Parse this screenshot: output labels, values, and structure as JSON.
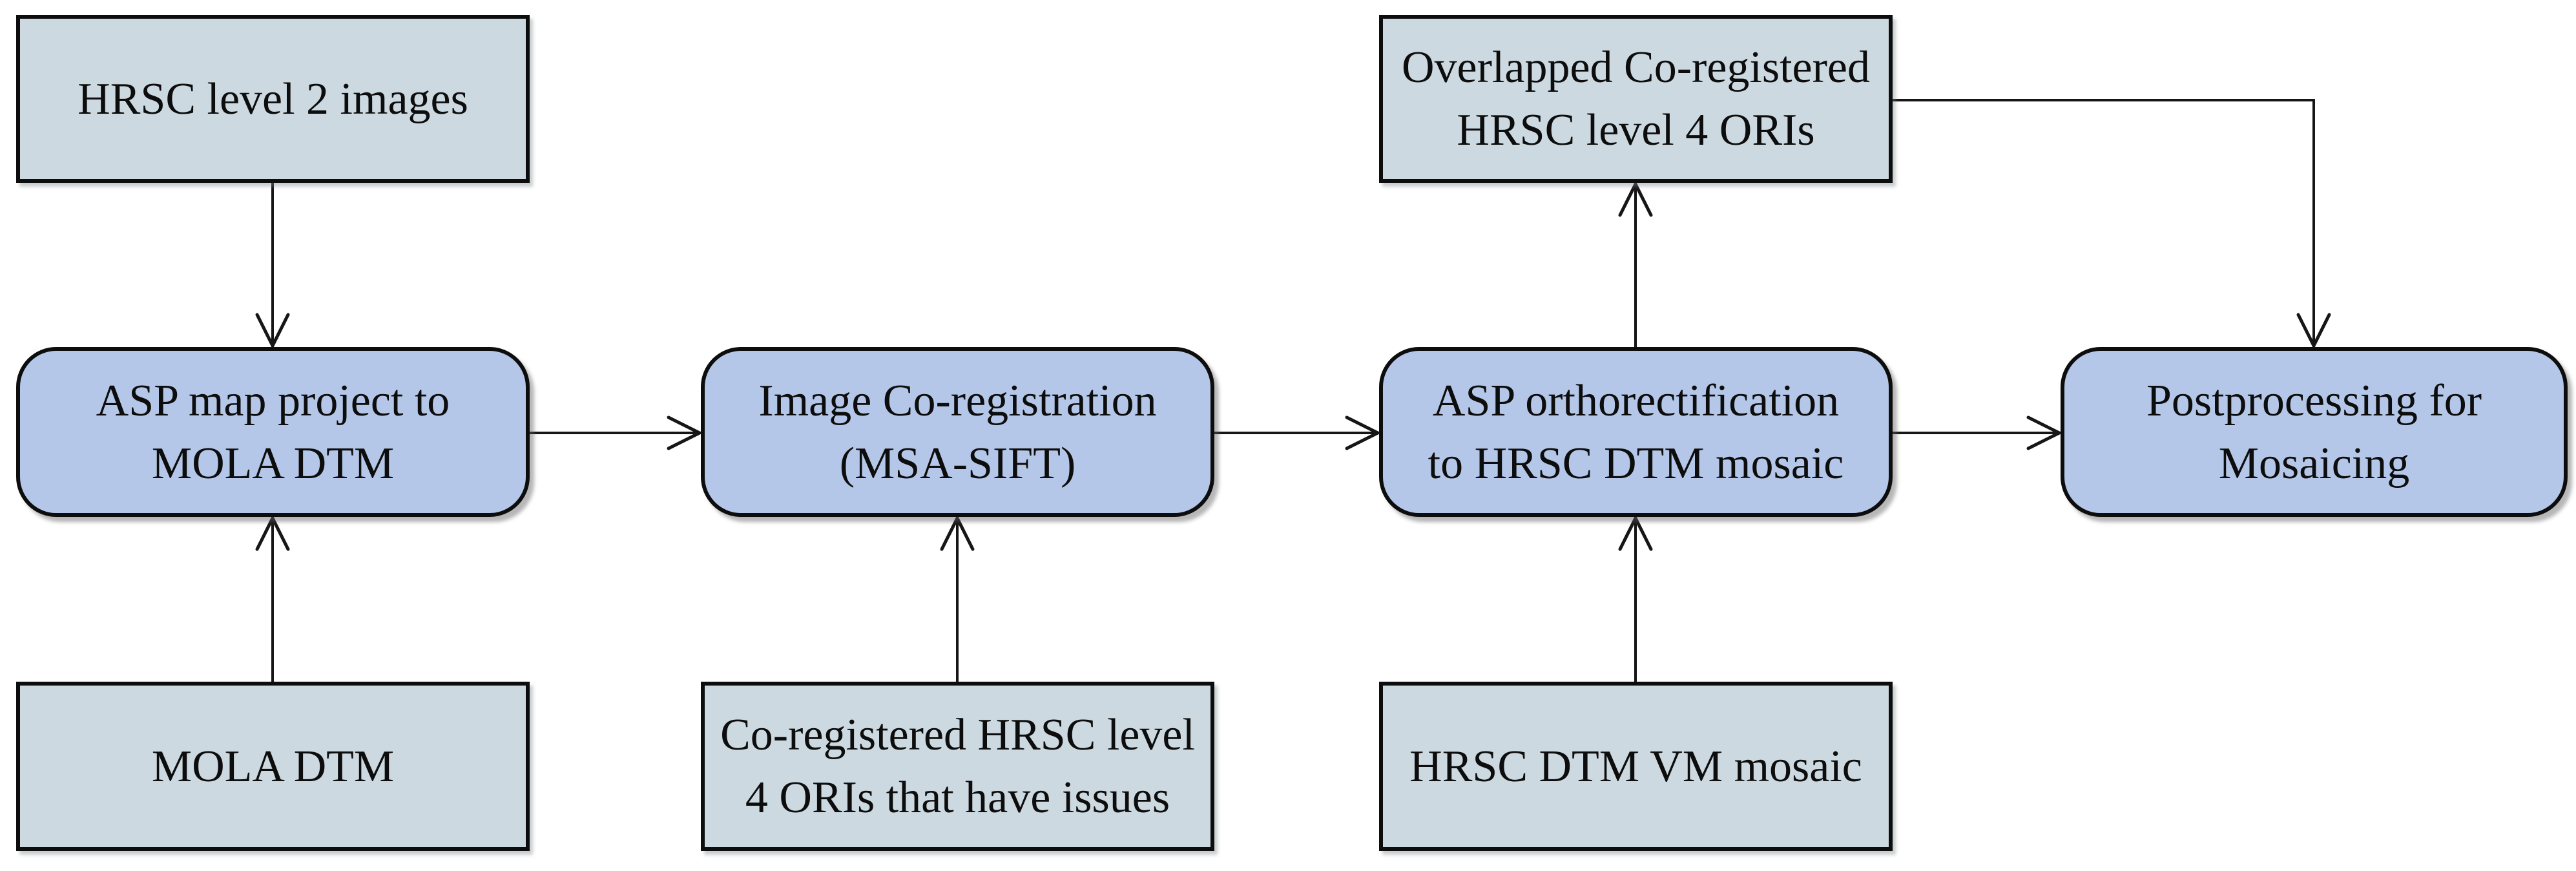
{
  "diagram": {
    "description": "HRSC ORI mosaicing processing pipeline flowchart",
    "colors": {
      "data_box_fill": "#ccd9e0",
      "process_box_fill": "#b5c7e8",
      "box_border": "#0d0d0d",
      "arrow": "#161616",
      "background": "#ffffff",
      "text": "#0d0d0d"
    },
    "nodes": [
      {
        "id": "hrsc-level-2-images",
        "type": "data",
        "label": "HRSC level 2 images",
        "lines": [
          "HRSC level 2 images"
        ]
      },
      {
        "id": "asp-map-project",
        "type": "process",
        "label": "ASP map project to MOLA DTM",
        "lines": [
          "ASP map project to",
          "MOLA DTM"
        ]
      },
      {
        "id": "mola-dtm",
        "type": "data",
        "label": "MOLA DTM",
        "lines": [
          "MOLA DTM"
        ]
      },
      {
        "id": "image-co-registration",
        "type": "process",
        "label": "Image Co-registration (MSA-SIFT)",
        "lines": [
          "Image Co-registration",
          "(MSA-SIFT)"
        ]
      },
      {
        "id": "co-registered-level4-oris-issues",
        "type": "data",
        "label": "Co-registered HRSC level 4 ORIs that have issues",
        "lines": [
          "Co-registered HRSC level",
          "4 ORIs that have issues"
        ]
      },
      {
        "id": "overlapped-co-registered-oris",
        "type": "data",
        "label": "Overlapped Co-registered HRSC level 4 ORIs",
        "lines": [
          "Overlapped Co-registered",
          "HRSC level 4 ORIs"
        ]
      },
      {
        "id": "asp-orthorectification",
        "type": "process",
        "label": "ASP orthorectification to HRSC DTM mosaic",
        "lines": [
          "ASP orthorectification",
          "to HRSC DTM mosaic"
        ]
      },
      {
        "id": "hrsc-dtm-vm-mosaic",
        "type": "data",
        "label": "HRSC DTM VM mosaic",
        "lines": [
          "HRSC DTM VM mosaic"
        ]
      },
      {
        "id": "postprocessing-for-mosaicing",
        "type": "process",
        "label": "Postprocessing for Mosaicing",
        "lines": [
          "Postprocessing for",
          "Mosaicing"
        ]
      }
    ],
    "edges": [
      {
        "from": "hrsc-level-2-images",
        "to": "asp-map-project",
        "route": "down"
      },
      {
        "from": "mola-dtm",
        "to": "asp-map-project",
        "route": "up"
      },
      {
        "from": "asp-map-project",
        "to": "image-co-registration",
        "route": "right"
      },
      {
        "from": "co-registered-level4-oris-issues",
        "to": "image-co-registration",
        "route": "up"
      },
      {
        "from": "image-co-registration",
        "to": "asp-orthorectification",
        "route": "right"
      },
      {
        "from": "hrsc-dtm-vm-mosaic",
        "to": "asp-orthorectification",
        "route": "up"
      },
      {
        "from": "asp-orthorectification",
        "to": "overlapped-co-registered-oris",
        "route": "up"
      },
      {
        "from": "asp-orthorectification",
        "to": "postprocessing-for-mosaicing",
        "route": "right"
      },
      {
        "from": "overlapped-co-registered-oris",
        "to": "postprocessing-for-mosaicing",
        "route": "right-then-down"
      }
    ]
  }
}
